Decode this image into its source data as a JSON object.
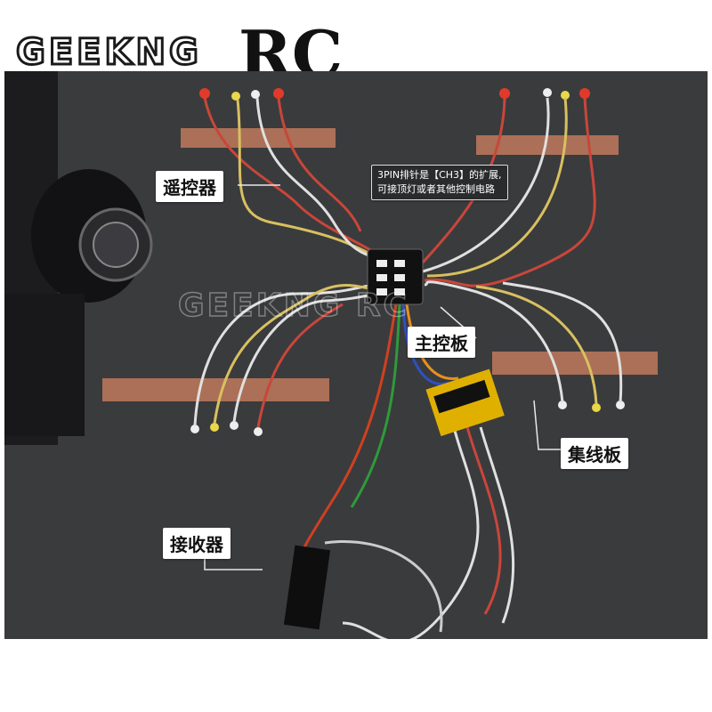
{
  "brand": {
    "name": "GEEKNG",
    "mark": "RC"
  },
  "watermark": "GEEKNG RC",
  "labels": {
    "remote": "遥控器",
    "note_line1": "3PIN排针是【CH3】的扩展,",
    "note_line2": "可接顶灯或者其他控制电路",
    "main_board": "主控板",
    "hub_board": "集线板",
    "receiver": "接收器"
  },
  "colors": {
    "photo_bg": "#3a3b3d",
    "tape": "#b8775a",
    "led_red": "#e23a2a",
    "led_yellow": "#e8d84a",
    "led_white": "#eeeeee",
    "hub": "#e0b000"
  }
}
